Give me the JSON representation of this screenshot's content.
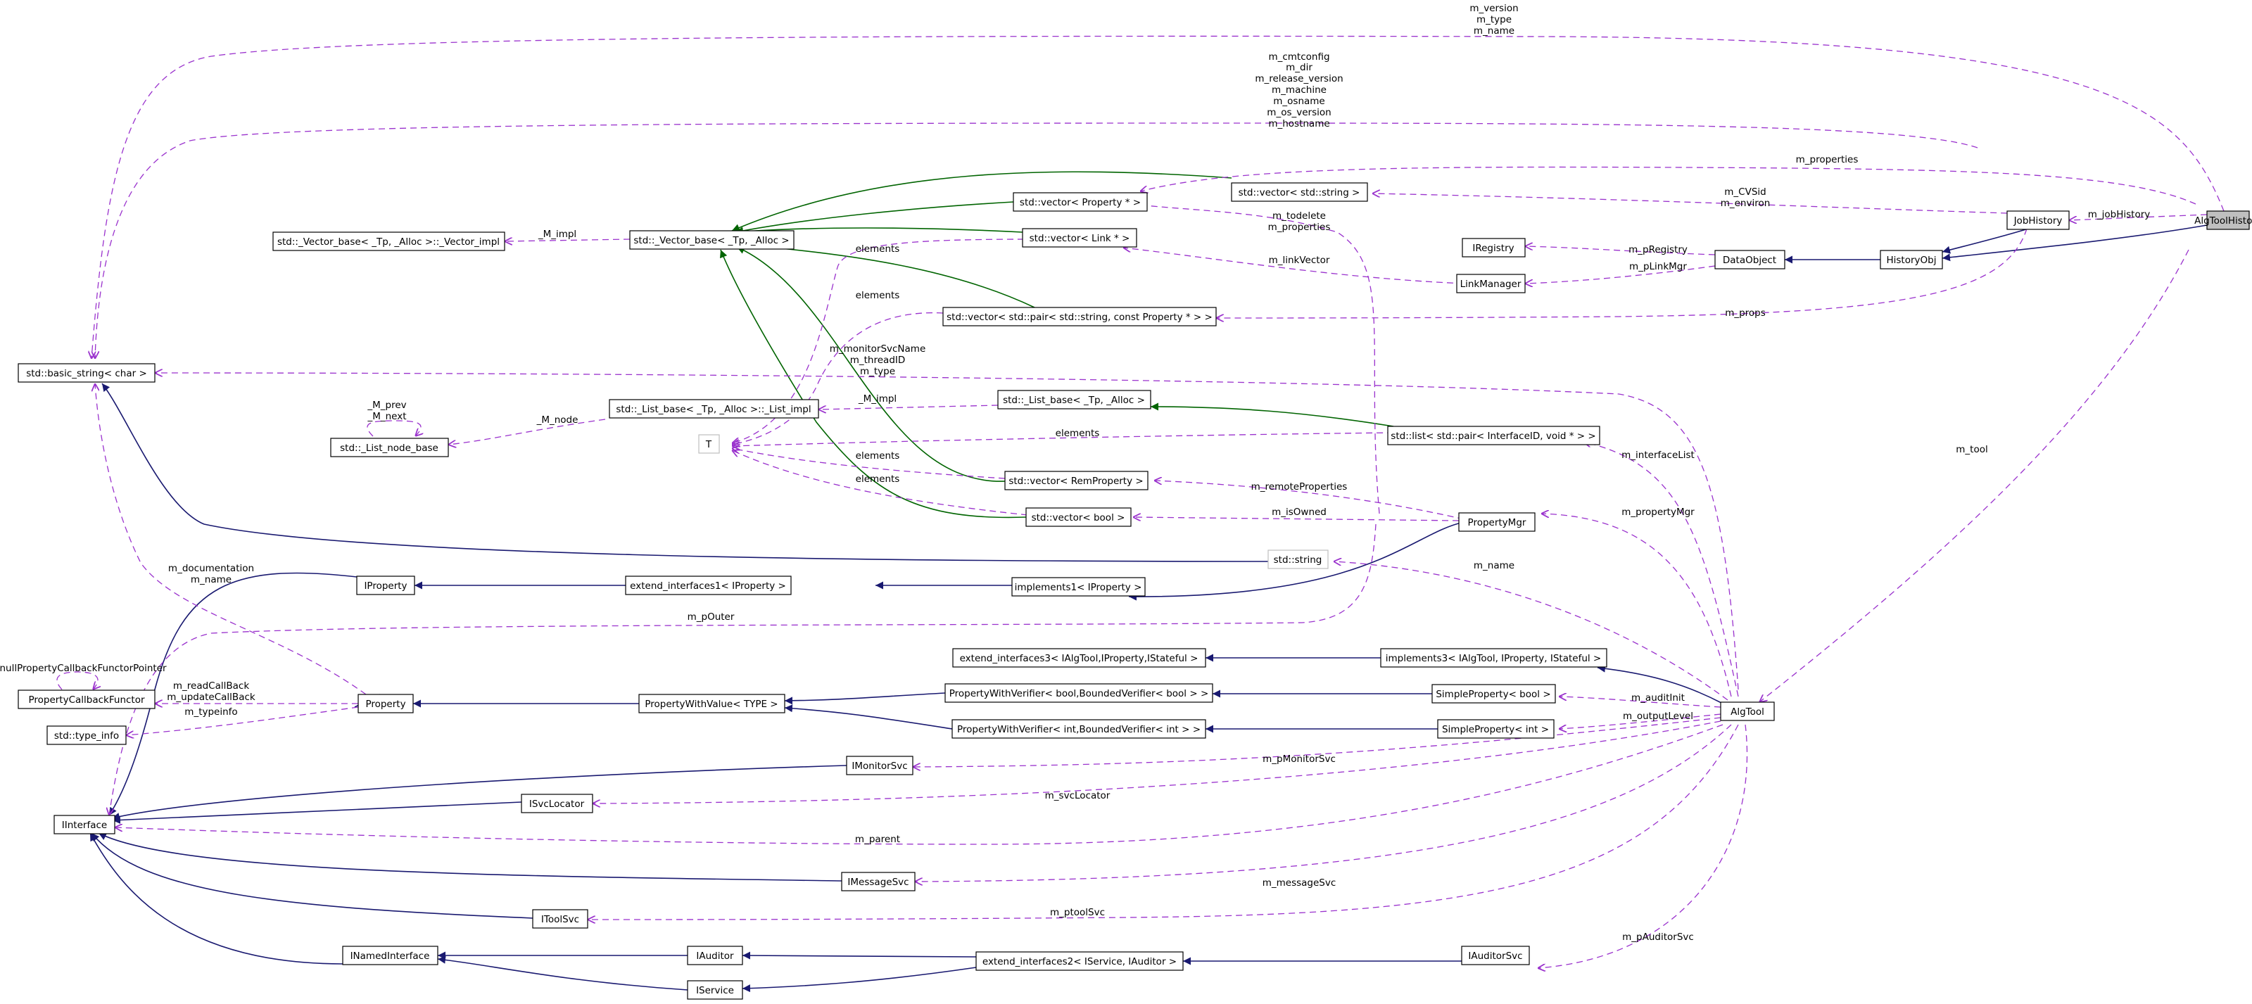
{
  "diagram": {
    "nodes": {
      "algtoolhistory": "AlgToolHistory",
      "jobhistory": "JobHistory",
      "historyobj": "HistoryObj",
      "dataobject": "DataObject",
      "iregistry": "IRegistry",
      "linkmanager": "LinkManager",
      "vec_string": "std::vector< std::string >",
      "vec_property": "std::vector< Property * >",
      "vec_link": "std::vector< Link * >",
      "vec_pair": "std::vector< std::pair< std::string, const Property * > >",
      "vector_base": "std::_Vector_base< _Tp, _Alloc >",
      "vector_impl": "std::_Vector_base< _Tp, _Alloc >::_Vector_impl",
      "basic_string": "std::basic_string< char >",
      "list_base": "std::_List_base< _Tp, _Alloc >",
      "list_impl": "std::_List_base< _Tp, _Alloc >::_List_impl",
      "list_node_base": "std::_List_node_base",
      "list_pair": "std::list< std::pair< InterfaceID, void * > >",
      "t": "T",
      "vec_remprop": "std::vector< RemProperty >",
      "vec_bool": "std::vector< bool >",
      "propertymgr": "PropertyMgr",
      "std_string": "std::string",
      "iproperty": "IProperty",
      "ext_iface1": "extend_interfaces1< IProperty >",
      "impl1": "implements1< IProperty >",
      "ext_iface3": "extend_interfaces3< IAlgTool,IProperty,IStateful >",
      "impl3": "implements3< IAlgTool, IProperty, IStateful >",
      "pcf": "PropertyCallbackFunctor",
      "property": "Property",
      "pwv": "PropertyWithValue< TYPE >",
      "pwver_bool": "PropertyWithVerifier< bool,BoundedVerifier< bool > >",
      "pwver_int": "PropertyWithVerifier< int,BoundedVerifier< int > >",
      "sp_bool": "SimpleProperty< bool >",
      "sp_int": "SimpleProperty< int >",
      "algtool": "AlgTool",
      "typeinfo": "std::type_info",
      "imonitorsvc": "IMonitorSvc",
      "isvclocator": "ISvcLocator",
      "iinterface": "IInterface",
      "imessagesvc": "IMessageSvc",
      "itoolsvc": "IToolSvc",
      "inamedinterface": "INamedInterface",
      "iauditor": "IAuditor",
      "ext_iface2": "extend_interfaces2< IService, IAuditor >",
      "iauditorsvc": "IAuditorSvc",
      "iservice": "IService"
    },
    "edge_labels": {
      "version_type_name": [
        "m_version",
        "m_type",
        "m_name"
      ],
      "cmtconfig_group": [
        "m_cmtconfig",
        "m_dir",
        "m_release_version",
        "m_machine",
        "m_osname",
        "m_os_version",
        "m_hostname"
      ],
      "m_properties": "m_properties",
      "m_cvsid_environ": [
        "m_CVSid",
        "m_environ"
      ],
      "m_jobhistory": "m_jobHistory",
      "m_todelete_properties": [
        "m_todelete",
        "m_properties"
      ],
      "m_impl_vector": "_M_impl",
      "elements_link": "elements",
      "m_linkvector": "m_linkVector",
      "m_pregistry": "m_pRegistry",
      "m_plinkmgr": "m_pLinkMgr",
      "elements_pair": "elements",
      "m_props": "m_props",
      "monitor_group": [
        "m_monitorSvcName",
        "m_threadID",
        "m_type"
      ],
      "m_impl_list": "_M_impl",
      "m_prev_next": [
        "_M_prev",
        "_M_next"
      ],
      "m_node": "_M_node",
      "elements_list": "elements",
      "m_interfacelist": "m_interfaceList",
      "m_tool": "m_tool",
      "elements_remprop": "elements",
      "elements_bool": "elements",
      "m_remoteproperties": "m_remoteProperties",
      "m_isowned": "m_isOwned",
      "m_propertymgr": "m_propertyMgr",
      "m_name_string": "m_name",
      "doc_name": [
        "m_documentation",
        "m_name"
      ],
      "m_pouter": "m_pOuter",
      "nullptr_cb": "nullPropertyCallbackFunctorPointer",
      "callbacks": [
        "m_readCallBack",
        "m_updateCallBack"
      ],
      "m_typeinfo": "m_typeinfo",
      "m_auditinit": "m_auditInit",
      "m_outputlevel": "m_outputLevel",
      "m_pmonitorsvc": "m_pMonitorSvc",
      "m_svclocator": "m_svcLocator",
      "m_parent": "m_parent",
      "m_messagesvc": "m_messageSvc",
      "m_ptoolsvc": "m_ptoolSvc",
      "m_pauditorsvc": "m_pAuditorSvc"
    },
    "colors": {
      "inheritance": "#191970",
      "protected_inheritance": "#006400",
      "usage": "#9a32cd",
      "highlight_fill": "#bfbfbf",
      "external_border": "#bfbfbf"
    }
  }
}
